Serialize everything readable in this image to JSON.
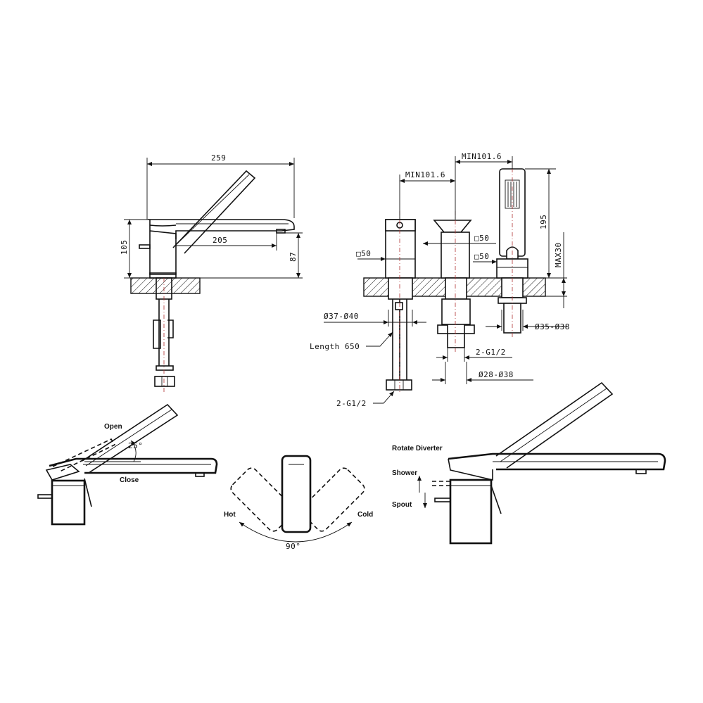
{
  "side_view": {
    "overall_width": "259",
    "spout_reach": "205",
    "height_total": "105",
    "spout_height": "87"
  },
  "front_view": {
    "min_spacing_1": "MIN101.6",
    "min_spacing_2": "MIN101.6",
    "handshower_height": "195",
    "deck_max": "MAX30",
    "base_left": "□50",
    "base_mid_1": "□50",
    "base_mid_2": "□50",
    "hole_left": "Ø37-Ø40",
    "hole_right": "Ø35-Ø38",
    "hose_length": "Length 650",
    "thread_mid": "2-G1/2",
    "hole_mid": "Ø28-Ø38",
    "thread_bottom": "2-G1/2"
  },
  "lever_view": {
    "open_label": "Open",
    "angle_label": "25°",
    "close_label": "Close"
  },
  "rotation_view": {
    "hot_label": "Hot",
    "cold_label": "Cold",
    "angle_label": "90°"
  },
  "diverter_view": {
    "title": "Rotate Diverter",
    "shower_label": "Shower",
    "spout_label": "Spout"
  }
}
